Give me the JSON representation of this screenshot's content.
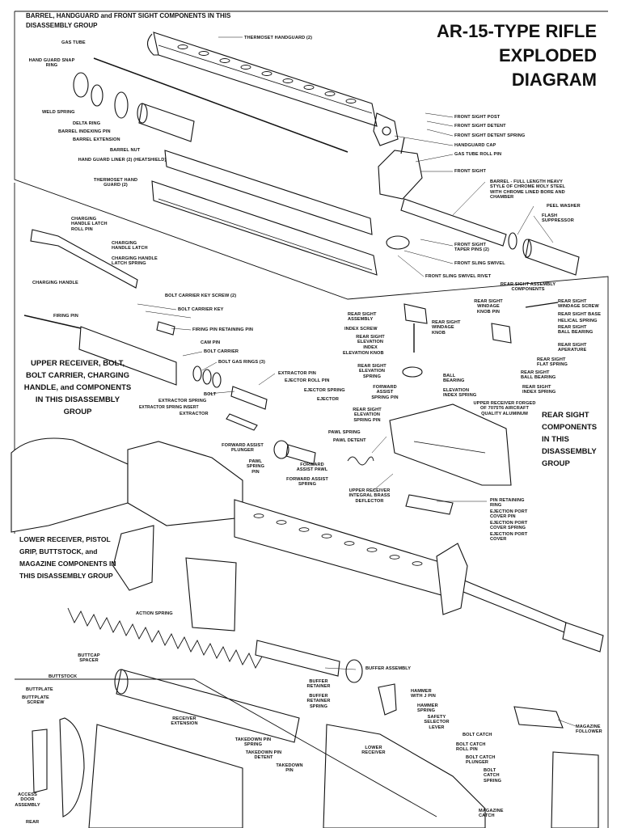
{
  "title": {
    "line1": "AR-15-TYPE RIFLE",
    "line2": "EXPLODED",
    "line3": "DIAGRAM"
  },
  "groups": {
    "barrel": "BARREL, HANDGUARD and FRONT SIGHT COMPONENTS IN THIS DISASSEMBLY GROUP",
    "upper": "UPPER RECEIVER, BOLT, BOLT CARRIER, CHARGING HANDLE, and COMPONENTS IN THIS DISASSEMBLY GROUP",
    "rear_sight": "REAR SIGHT COMPONENTS IN THIS DISASSEMBLY GROUP",
    "lower": "LOWER RECEIVER, PISTOL GRIP, BUTTSTOCK, and MAGAZINE COMPONENTS IN THIS DISASSEMBLY GROUP"
  },
  "labels": {
    "gas_tube": "GAS TUBE",
    "thermoset_handguard_top": "THERMOSET HANDGUARD (2)",
    "hand_guard_snap_ring": "HAND GUARD SNAP RING",
    "weld_spring": "WELD SPRING",
    "delta_ring": "DELTA RING",
    "barrel_indexing_pin": "BARREL INDEXING PIN",
    "barrel_extension": "BARREL EXTENSION",
    "barrel_nut": "BARREL NUT",
    "hand_guard_liner": "HAND GUARD LINER (2) (HEATSHIELD)",
    "thermoset_hand_guard": "THERMOSET HAND GUARD (2)",
    "front_sight_post": "FRONT SIGHT POST",
    "front_sight_detent": "FRONT SIGHT DETENT",
    "front_sight_detent_spring": "FRONT SIGHT DETENT SPRING",
    "handguard_cap": "HANDGUARD CAP",
    "gas_tube_roll_pin": "GAS TUBE ROLL PIN",
    "front_sight": "FRONT SIGHT",
    "barrel_full": "BARREL - FULL LENGTH HEAVY STYLE OF CHROME MOLY STEEL WITH CHROME LINED BORE AND CHAMBER",
    "peel_washer": "PEEL WASHER",
    "flash_suppressor": "FLASH SUPPRESSOR",
    "front_sight_taper_pins": "FRONT SIGHT TAPER PINS (2)",
    "front_sling_swivel": "FRONT SLING SWIVEL",
    "front_sling_swivel_rivet": "FRONT SLING SWIVEL RIVET",
    "charging_handle_latch_roll_pin": "CHARGING HANDLE LATCH ROLL PIN",
    "charging_handle_latch": "CHARGING HANDLE LATCH",
    "charging_handle_latch_spring": "CHARGING HANDLE LATCH SPRING",
    "charging_handle": "CHARGING HANDLE",
    "bolt_carrier_key_screw": "BOLT CARRIER KEY SCREW (2)",
    "bolt_carrier_key": "BOLT CARRIER KEY",
    "firing_pin": "FIRING PIN",
    "firing_pin_retaining_pin": "FIRING PIN RETAINING PIN",
    "cam_pin": "CAM PIN",
    "bolt_carrier": "BOLT CARRIER",
    "bolt_gas_rings": "BOLT GAS RINGS (3)",
    "extractor_pin": "EXTRACTOR PIN",
    "ejector_roll_pin": "EJECTOR ROLL PIN",
    "ejector_spring": "EJECTOR SPRING",
    "bolt": "BOLT",
    "ejector": "EJECTOR",
    "extractor_spring": "EXTRACTOR SPRING",
    "extractor_spring_insert": "EXTRACTOR SPRING INSERT",
    "extractor": "EXTRACTOR",
    "rear_sight_assembly_components": "REAR SIGHT ASSEMBLY COMPONENTS",
    "rear_sight_assembly": "REAR SIGHT ASSEMBLY",
    "index_screw": "INDEX SCREW",
    "rear_sight_elevation_index": "REAR SIGHT ELEVATION INDEX",
    "elevation_knob": "ELEVATION KNOB",
    "rear_sight_windage_knob_pin": "REAR SIGHT WINDAGE KNOB PIN",
    "rear_sight_windage_knob": "REAR SIGHT WINDAGE KNOB",
    "rear_sight_windage_screw": "REAR SIGHT WINDAGE SCREW",
    "rear_sight_base": "REAR SIGHT BASE",
    "helical_spring": "HELICAL SPRING",
    "rear_sight_ball_bearing_top": "REAR SIGHT BALL BEARING",
    "rear_sight_aperature": "REAR SIGHT APERATURE",
    "rear_sight_flat_spring": "REAR SIGHT FLAT SPRING",
    "rear_sight_ball_bearing": "REAR SIGHT BALL BEARING",
    "rear_sight_index_spring": "REAR SIGHT INDEX SPRING",
    "rear_sight_elevation_spring": "REAR SIGHT ELEVATION SPRING",
    "ball_bearing": "BALL BEARING",
    "elevation_index_spring": "ELEVATION INDEX SPRING",
    "forward_assist_spring_pin": "FORWARD ASSIST SPRING PIN",
    "upper_receiver_forged": "UPPER RECEIVER FORGED OF 7075T6 AIRCRAFT QUALITY ALUMINUM",
    "rear_sight_elevation_spring_pin": "REAR SIGHT ELEVATION SPRING PIN",
    "pawl_spring": "PAWL SPRING",
    "pawl_detent": "PAWL DETENT",
    "forward_assist_plunger": "FORWARD ASSIST PLUNGER",
    "pawl_spring_pin": "PAWL SPRING PIN",
    "forward_assist_pawl": "FORWARD ASSIST PAWL",
    "forward_assist_spring": "FORWARD ASSIST SPRING",
    "upper_receiver_brass_deflector": "UPPER RECEIVER INTEGRAL BRASS DEFLECTOR",
    "pin_retaining_ring": "PIN RETAINING RING",
    "ejection_port_cover_pin": "EJECTION PORT COVER PIN",
    "ejection_port_cover_spring": "EJECTION PORT COVER SPRING",
    "ejection_port_cover": "EJECTION PORT COVER",
    "action_spring": "ACTION SPRING",
    "buttcap_spacer": "BUTTCAP SPACER",
    "buffer_assembly": "BUFFER ASSEMBLY",
    "buttstock": "BUTTSTOCK",
    "buttplate": "BUTTPLATE",
    "buttplate_screw": "BUTTPLATE SCREW",
    "buffer_retainer": "BUFFER RETAINER",
    "buffer_retainer_spring": "BUFFER RETAINER SPRING",
    "hammer_with_j_pin": "HAMMER WITH J PIN",
    "hammer_spring": "HAMMER SPRING",
    "receiver_extension": "RECEIVER EXTENSION",
    "safety_selector_lever": "SAFETY SELECTOR LEVER",
    "bolt_catch": "BOLT CATCH",
    "magazine_follower": "MAGAZINE FOLLOWER",
    "takedown_pin_spring": "TAKEDOWN PIN SPRING",
    "takedown_pin_detent": "TAKEDOWN PIN DETENT",
    "lower_receiver": "LOWER RECEIVER",
    "bolt_catch_roll_pin": "BOLT CATCH ROLL PIN",
    "bolt_catch_plunger": "BOLT CATCH PLUNGER",
    "takedown_pin": "TAKEDOWN PIN",
    "bolt_catch_spring": "BOLT CATCH SPRING",
    "access_door_assembly": "ACCESS DOOR ASSEMBLY",
    "magazine_catch": "MAGAZINE CATCH",
    "rear": "REAR"
  }
}
